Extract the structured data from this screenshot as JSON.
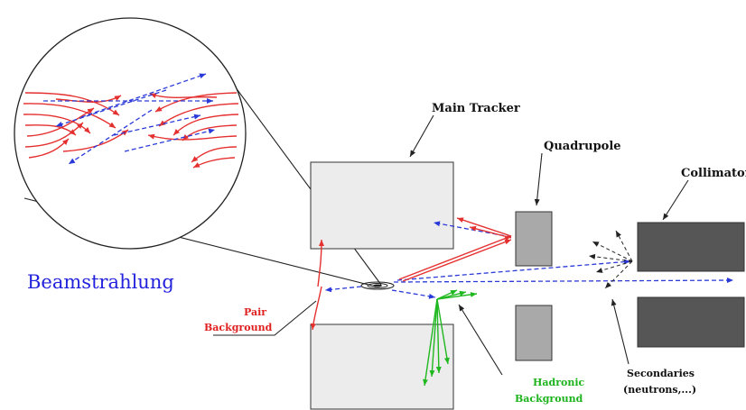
{
  "labels": {
    "beamstrahlung": "Beamstrahlung",
    "main_tracker": "Main Tracker",
    "quadrupole": "Quadrupole",
    "collimator": "Collimator",
    "pair_line1": "Pair",
    "pair_line2": "Background",
    "hadronic_line1": "Hadronic",
    "hadronic_line2": "Background",
    "secondaries_line1": "Secondaries",
    "secondaries_line2": "(neutrons,...)"
  },
  "colors": {
    "pair": "#e53030",
    "beamstrahlung": "#2a3ad8",
    "hadronic": "#1fb81f",
    "tracker_fill": "#ececec",
    "quadrupole_fill": "#a9a9a9",
    "collimator_fill": "#565656"
  }
}
